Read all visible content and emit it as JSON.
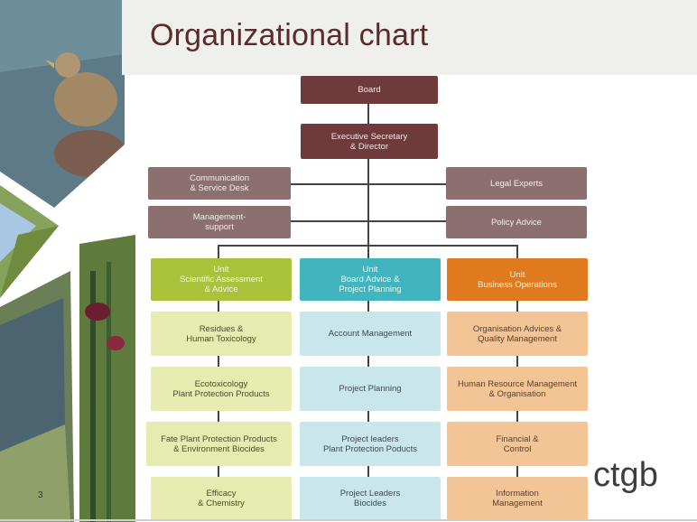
{
  "slide": {
    "title": "Organizational chart",
    "page_number": "3",
    "logo_text": "ctgb"
  },
  "org": {
    "board": "Board",
    "director": "Executive Secretary\n& Director",
    "left_staff": [
      "Communication\n& Service Desk",
      "Management-\nsupport"
    ],
    "right_staff": [
      "Legal Experts",
      "Policy Advice"
    ],
    "units": [
      {
        "head": "Unit\nScientific Assessment\n& Advice",
        "items": [
          "Residues &\nHuman Toxicology",
          "Ecotoxicology\nPlant Protection Products",
          "Fate Plant Protection Products\n& Environment Biocides",
          "Efficacy\n& Chemistry"
        ]
      },
      {
        "head": "Unit\nBoard Advice &\nProject Planning",
        "items": [
          "Account Management",
          "Project Planning",
          "Project leaders\nPlant Protection Poducts",
          "Project Leaders\nBiocides"
        ]
      },
      {
        "head": "Unit\nBusiness Operations",
        "items": [
          "Organisation Advices &\nQuality Management",
          "Human Resource Management\n& Organisation",
          "Financial &\nControl",
          "Information\nManagement"
        ]
      }
    ]
  },
  "colors": {
    "title": "#5b2b2b",
    "executive": "#6e3a3a",
    "staff": "#8c6f6f",
    "unit_green": "#a9c23a",
    "unit_teal": "#41b5bf",
    "unit_orange": "#e07a1f"
  }
}
